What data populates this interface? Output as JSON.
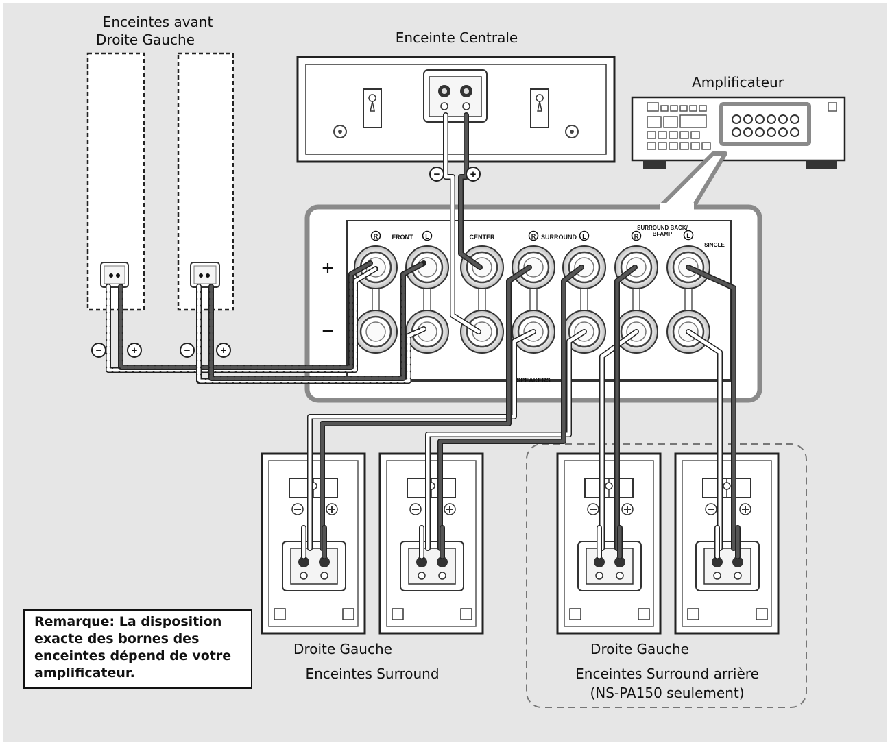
{
  "colors": {
    "background": "#e6e6e6",
    "panel": "#ffffff",
    "highlight_border": "#8a8a8a",
    "wire_dark": "#555555",
    "wire_light": "#ffffff"
  },
  "labels": {
    "front_speakers_title": "Enceintes avant",
    "front_speakers_sides": "Droite Gauche",
    "center_speaker": "Enceinte Centrale",
    "amplifier": "Amplificateur",
    "surround_sides": "Droite Gauche",
    "surround_title": "Enceintes Surround",
    "surround_back_sides": "Droite Gauche",
    "surround_back_title": "Enceintes Surround arrière",
    "surround_back_note": "(NS-PA150 seulement)"
  },
  "note": {
    "lines": [
      "Remarque: La disposition",
      "exacte des bornes des",
      "enceintes dépend de votre",
      "amplificateur."
    ]
  },
  "panel": {
    "plus_sign": "+",
    "minus_sign": "−",
    "front": "FRONT",
    "center": "CENTER",
    "surround": "SURROUND",
    "surround_back_line1": "SURROUND BACK/",
    "surround_back_line2": "BI-AMP",
    "single": "SINGLE",
    "speakers": "SPEAKERS",
    "right_marker": "R",
    "left_marker": "L"
  },
  "polarity": {
    "minus": "−",
    "plus": "+"
  }
}
